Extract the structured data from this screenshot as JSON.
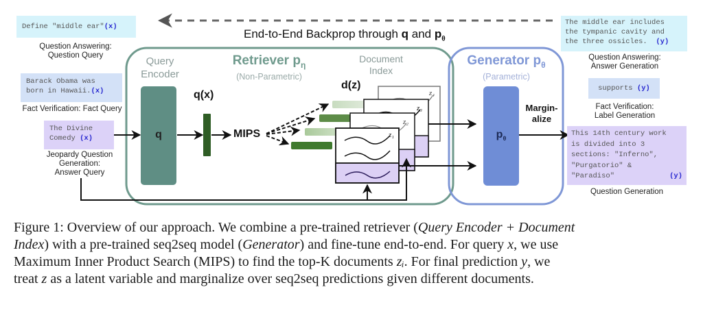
{
  "backprop": {
    "label_prefix": "End-to-End Backprop through ",
    "q": "q",
    "and": " and ",
    "p": "p",
    "p_sub": "θ"
  },
  "inputs": [
    {
      "text_lines": [
        "Define \"middle ear\""
      ],
      "var": "(x)",
      "caption_lines": [
        "Question Answering:",
        "Question Query"
      ],
      "color": "#d6f3fb"
    },
    {
      "text_lines": [
        "Barack Obama was",
        "born in Hawaii."
      ],
      "var": "(x)",
      "caption_lines": [
        "Fact Verification: Fact Query"
      ],
      "color": "#d3e1f7"
    },
    {
      "text_lines": [
        "The Divine",
        "Comedy"
      ],
      "var": "(x)",
      "caption_lines": [
        "Jeopardy Question",
        "Generation:",
        "Answer Query"
      ],
      "color": "#dcd2f8"
    }
  ],
  "outputs": [
    {
      "text_lines": [
        "The middle ear includes",
        "the tympanic cavity and",
        "the three ossicles."
      ],
      "var": "(y)",
      "caption_lines": [
        "Question Answering:",
        "Answer Generation"
      ],
      "color": "#d6f3fb"
    },
    {
      "text_lines": [
        "supports"
      ],
      "var": "(y)",
      "caption_lines": [
        "Fact Verification:",
        "Label Generation"
      ],
      "color": "#d3e1f7"
    },
    {
      "text_lines": [
        "This 14th century work",
        "is divided into 3",
        "sections: \"Inferno\",",
        "\"Purgatorio\" &",
        "\"Paradiso\""
      ],
      "var": "(y)",
      "caption_lines": [
        "Question Generation"
      ],
      "color": "#dcd2f8"
    }
  ],
  "retriever": {
    "title": "Retriever p",
    "title_sub": "η",
    "subtitle": "(Non-Parametric)",
    "query_encoder_label_lines": [
      "Query",
      "Encoder"
    ],
    "query_block_label": "q",
    "qx_label": "q(x)",
    "mips_label": "MIPS",
    "doc_index_label_lines": [
      "Document",
      "Index"
    ],
    "dz_label": "d(z)",
    "docs": [
      "z₄",
      "z₃",
      "z₂",
      "z₁"
    ],
    "color": "#6f9a8d"
  },
  "generator": {
    "title": "Generator p",
    "title_sub": "θ",
    "subtitle": "(Parametric)",
    "block_label": "p",
    "block_sub": "θ",
    "marginalize_lines": [
      "Margin-",
      "alize"
    ],
    "color": "#7f97d6"
  },
  "caption": {
    "lines": [
      [
        {
          "t": "Figure 1: Overview of our approach. We combine a pre-trained retriever ("
        },
        {
          "t": "Query Encoder + Document",
          "i": true
        }
      ],
      [
        {
          "t": "Index",
          "i": true
        },
        {
          "t": ") with a pre-trained seq2seq model ("
        },
        {
          "t": "Generator",
          "i": true
        },
        {
          "t": ") and fine-tune end-to-end. For query "
        },
        {
          "t": "x",
          "i": true
        },
        {
          "t": ", we use"
        }
      ],
      [
        {
          "t": "Maximum Inner Product Search (MIPS) to find the top-K documents "
        },
        {
          "t": "zᵢ",
          "i": true
        },
        {
          "t": ". For final prediction "
        },
        {
          "t": "y",
          "i": true
        },
        {
          "t": ", we"
        }
      ],
      [
        {
          "t": "treat "
        },
        {
          "t": "z",
          "i": true
        },
        {
          "t": " as a latent variable and marginalize over seq2seq predictions given different documents."
        }
      ]
    ]
  }
}
